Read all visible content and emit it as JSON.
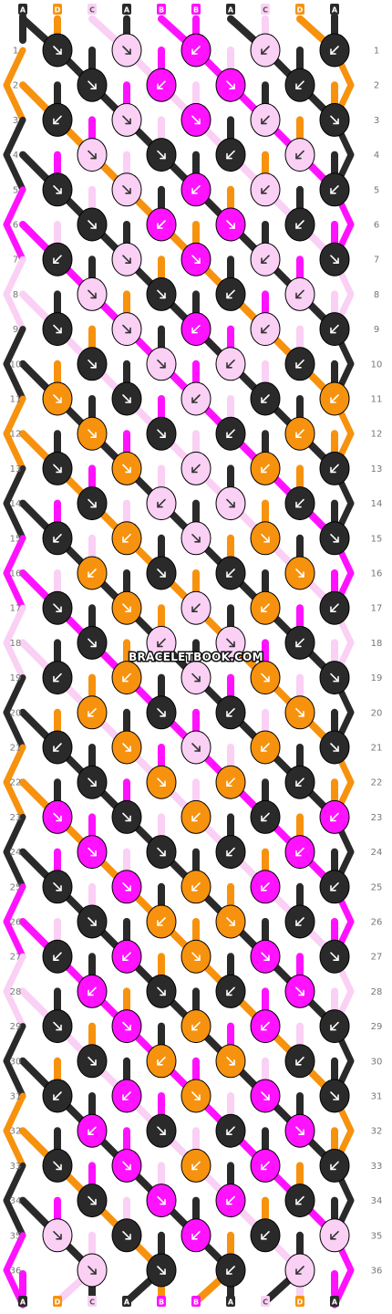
{
  "colors": {
    "A": "#2a2a2a",
    "B": "#ff12ff",
    "C": "#fad0f4",
    "D": "#f7920e"
  },
  "strands": [
    "A",
    "D",
    "C",
    "A",
    "B",
    "B",
    "A",
    "C",
    "D",
    "A"
  ],
  "row_numbers": [
    "1",
    "2",
    "3",
    "4",
    "5",
    "6",
    "7",
    "8",
    "9",
    "10",
    "11",
    "12",
    "13",
    "14",
    "15",
    "16",
    "17",
    "18",
    "19",
    "20",
    "21",
    "22",
    "23",
    "24",
    "25",
    "26",
    "27",
    "28",
    "29",
    "30",
    "31",
    "32",
    "33",
    "34",
    "35",
    "36"
  ],
  "watermark": "BRACELETBOOK.COM",
  "knots": [
    [
      [
        "A",
        "dr"
      ],
      [
        "C",
        "dr"
      ],
      [
        "B",
        "dl"
      ],
      [
        "C",
        "dl"
      ],
      [
        "A",
        "dl"
      ]
    ],
    [
      [
        "A",
        "dr"
      ],
      [
        "B",
        "dl"
      ],
      [
        "B",
        "dr"
      ],
      [
        "A",
        "dl"
      ]
    ],
    [
      [
        "A",
        "dl"
      ],
      [
        "C",
        "dr"
      ],
      [
        "B",
        "dr"
      ],
      [
        "C",
        "dl"
      ],
      [
        "A",
        "dr"
      ]
    ],
    [
      [
        "C",
        "dr"
      ],
      [
        "A",
        "dr"
      ],
      [
        "A",
        "dl"
      ],
      [
        "C",
        "dl"
      ]
    ],
    [
      [
        "A",
        "dr"
      ],
      [
        "C",
        "dr"
      ],
      [
        "B",
        "dl"
      ],
      [
        "C",
        "dl"
      ],
      [
        "A",
        "dl"
      ]
    ],
    [
      [
        "A",
        "dr"
      ],
      [
        "B",
        "dl"
      ],
      [
        "B",
        "dr"
      ],
      [
        "A",
        "dl"
      ]
    ],
    [
      [
        "A",
        "dl"
      ],
      [
        "C",
        "dr"
      ],
      [
        "B",
        "dr"
      ],
      [
        "C",
        "dl"
      ],
      [
        "A",
        "dr"
      ]
    ],
    [
      [
        "C",
        "dr"
      ],
      [
        "A",
        "dr"
      ],
      [
        "A",
        "dl"
      ],
      [
        "C",
        "dl"
      ]
    ],
    [
      [
        "A",
        "dr"
      ],
      [
        "C",
        "dr"
      ],
      [
        "B",
        "dl"
      ],
      [
        "C",
        "dl"
      ],
      [
        "A",
        "dl"
      ]
    ],
    [
      [
        "A",
        "dr"
      ],
      [
        "C",
        "dr"
      ],
      [
        "C",
        "dl"
      ],
      [
        "A",
        "dl"
      ]
    ],
    [
      [
        "D",
        "dr"
      ],
      [
        "A",
        "dr"
      ],
      [
        "C",
        "dl"
      ],
      [
        "A",
        "dl"
      ],
      [
        "D",
        "dl"
      ]
    ],
    [
      [
        "D",
        "dr"
      ],
      [
        "A",
        "dr"
      ],
      [
        "A",
        "dl"
      ],
      [
        "D",
        "dl"
      ]
    ],
    [
      [
        "A",
        "dr"
      ],
      [
        "D",
        "dr"
      ],
      [
        "C",
        "dl"
      ],
      [
        "D",
        "dl"
      ],
      [
        "A",
        "dl"
      ]
    ],
    [
      [
        "A",
        "dr"
      ],
      [
        "C",
        "dl"
      ],
      [
        "C",
        "dr"
      ],
      [
        "A",
        "dl"
      ]
    ],
    [
      [
        "A",
        "dl"
      ],
      [
        "D",
        "dl"
      ],
      [
        "C",
        "dr"
      ],
      [
        "D",
        "dr"
      ],
      [
        "A",
        "dr"
      ]
    ],
    [
      [
        "D",
        "dl"
      ],
      [
        "A",
        "dr"
      ],
      [
        "A",
        "dl"
      ],
      [
        "D",
        "dr"
      ]
    ],
    [
      [
        "A",
        "dr"
      ],
      [
        "D",
        "dr"
      ],
      [
        "C",
        "dl"
      ],
      [
        "D",
        "dl"
      ],
      [
        "A",
        "dl"
      ]
    ],
    [
      [
        "A",
        "dr"
      ],
      [
        "C",
        "dl"
      ],
      [
        "C",
        "dr"
      ],
      [
        "A",
        "dl"
      ]
    ],
    [
      [
        "A",
        "dl"
      ],
      [
        "D",
        "dl"
      ],
      [
        "C",
        "dr"
      ],
      [
        "D",
        "dr"
      ],
      [
        "A",
        "dr"
      ]
    ],
    [
      [
        "D",
        "dl"
      ],
      [
        "A",
        "dr"
      ],
      [
        "A",
        "dl"
      ],
      [
        "D",
        "dr"
      ]
    ],
    [
      [
        "A",
        "dl"
      ],
      [
        "D",
        "dr"
      ],
      [
        "C",
        "dr"
      ],
      [
        "D",
        "dl"
      ],
      [
        "A",
        "dr"
      ]
    ],
    [
      [
        "A",
        "dr"
      ],
      [
        "D",
        "dr"
      ],
      [
        "D",
        "dl"
      ],
      [
        "A",
        "dl"
      ]
    ],
    [
      [
        "B",
        "dr"
      ],
      [
        "A",
        "dr"
      ],
      [
        "D",
        "dl"
      ],
      [
        "A",
        "dl"
      ],
      [
        "B",
        "dl"
      ]
    ],
    [
      [
        "B",
        "dr"
      ],
      [
        "A",
        "dr"
      ],
      [
        "A",
        "dl"
      ],
      [
        "B",
        "dl"
      ]
    ],
    [
      [
        "A",
        "dr"
      ],
      [
        "B",
        "dr"
      ],
      [
        "D",
        "dl"
      ],
      [
        "B",
        "dl"
      ],
      [
        "A",
        "dl"
      ]
    ],
    [
      [
        "A",
        "dr"
      ],
      [
        "D",
        "dl"
      ],
      [
        "D",
        "dr"
      ],
      [
        "A",
        "dl"
      ]
    ],
    [
      [
        "A",
        "dl"
      ],
      [
        "B",
        "dl"
      ],
      [
        "D",
        "dr"
      ],
      [
        "B",
        "dr"
      ],
      [
        "A",
        "dr"
      ]
    ],
    [
      [
        "B",
        "dl"
      ],
      [
        "A",
        "dr"
      ],
      [
        "A",
        "dl"
      ],
      [
        "B",
        "dr"
      ]
    ],
    [
      [
        "A",
        "dr"
      ],
      [
        "B",
        "dr"
      ],
      [
        "D",
        "dl"
      ],
      [
        "B",
        "dl"
      ],
      [
        "A",
        "dl"
      ]
    ],
    [
      [
        "A",
        "dr"
      ],
      [
        "D",
        "dl"
      ],
      [
        "D",
        "dr"
      ],
      [
        "A",
        "dl"
      ]
    ],
    [
      [
        "A",
        "dl"
      ],
      [
        "B",
        "dl"
      ],
      [
        "D",
        "dr"
      ],
      [
        "B",
        "dr"
      ],
      [
        "A",
        "dr"
      ]
    ],
    [
      [
        "B",
        "dl"
      ],
      [
        "A",
        "dr"
      ],
      [
        "A",
        "dl"
      ],
      [
        "B",
        "dr"
      ]
    ],
    [
      [
        "A",
        "dr"
      ],
      [
        "B",
        "dr"
      ],
      [
        "D",
        "dl"
      ],
      [
        "B",
        "dl"
      ],
      [
        "A",
        "dl"
      ]
    ],
    [
      [
        "A",
        "dr"
      ],
      [
        "B",
        "dr"
      ],
      [
        "B",
        "dl"
      ],
      [
        "A",
        "dl"
      ]
    ],
    [
      [
        "C",
        "dr"
      ],
      [
        "A",
        "dr"
      ],
      [
        "B",
        "dl"
      ],
      [
        "A",
        "dl"
      ],
      [
        "C",
        "dl"
      ]
    ],
    [
      [
        "C",
        "dr"
      ],
      [
        "A",
        "dr"
      ],
      [
        "A",
        "dl"
      ],
      [
        "C",
        "dl"
      ]
    ]
  ]
}
